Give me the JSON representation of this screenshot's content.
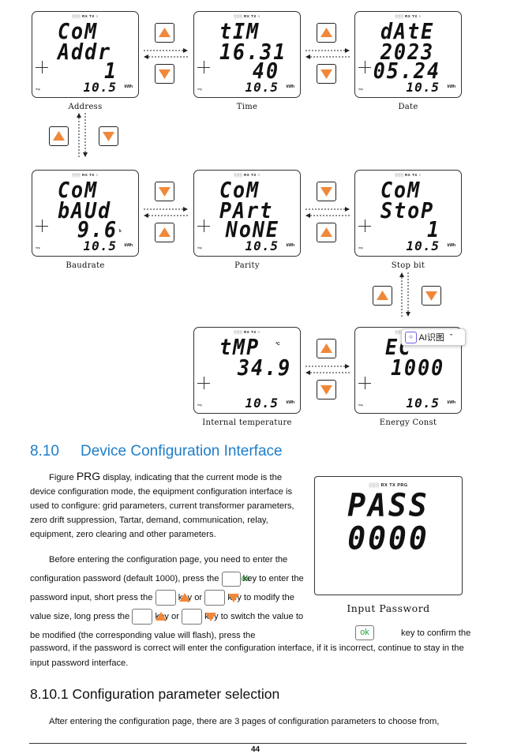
{
  "indicator": "░░░   RX TX   ○",
  "kwh": "kWh",
  "imp": "imp",
  "screens": {
    "address": {
      "l1": "CoM",
      "l2": "Addr",
      "l3": "1",
      "bot": "10.5",
      "caption": "Address"
    },
    "time": {
      "l1": "tIM",
      "l2": "16.31",
      "l3": "40",
      "bot": "10.5",
      "caption": "Time"
    },
    "date": {
      "l1": "dAtE",
      "l2": "2023",
      "l3": "05.24",
      "bot": "10.5",
      "caption": "Date"
    },
    "baudrate": {
      "l1": "CoM",
      "l2": "bAUd",
      "l3": "9.6",
      "unit": "k",
      "bot": "10.5",
      "caption": "Baudrate"
    },
    "parity": {
      "l1": "CoM",
      "l2": "PArt",
      "l3": "NoNE",
      "bot": "10.5",
      "caption": "Parity"
    },
    "stopbit": {
      "l1": "CoM",
      "l2": "StoP",
      "l3": "1",
      "bot": "10.5",
      "caption": "Stop bit"
    },
    "temp": {
      "l1": "tMP",
      "unit": "℃",
      "l2": "34.9",
      "bot": "10.5",
      "caption": "Internal temperature"
    },
    "energy": {
      "l1": "EC",
      "l2": "1000",
      "bot": "10.5",
      "caption": "Energy Const"
    }
  },
  "popup": {
    "icon": "✧",
    "label": "AI识图",
    "chevron": "ˇ"
  },
  "section": {
    "number": "8.10",
    "title": "Device Configuration Interface"
  },
  "para1": {
    "a": "Figure",
    "prg": "PRG",
    "b": "display, indicating that the current mode is the device configuration mode, the equipment configuration interface is used to configure: grid parameters, current transformer parameters, zero drift suppression, Tartar, demand, communication, relay, equipment, zero clearing and other parameters."
  },
  "para2": {
    "a": "Before entering the configuration page, you need to enter the configuration password (default 1000), press the",
    "ok": "ok",
    "b": "key to enter the password input, short press the",
    "c": "key or",
    "d": "key to modify the value size, long press the",
    "e": "key or",
    "f": "key to switch the value to be modified (the corresponding value will flash), press the",
    "g": "key to confirm the password, if the password is correct will enter the configuration interface, if it is incorrect, continue to stay in the input password interface."
  },
  "password_screen": {
    "indicator": "░░░  RX TX PRG",
    "l1": "PASS",
    "l2": "0000",
    "caption": "Input Password"
  },
  "subsection": {
    "number": "8.10.1",
    "title": "Configuration parameter selection"
  },
  "para3": "After entering the configuration page, there are 3 pages of configuration parameters to choose from,",
  "page_number": "44",
  "colors": {
    "arrow_orange": "#f0883a",
    "heading_blue": "#1e7ec8",
    "ok_green": "#22a83a"
  }
}
